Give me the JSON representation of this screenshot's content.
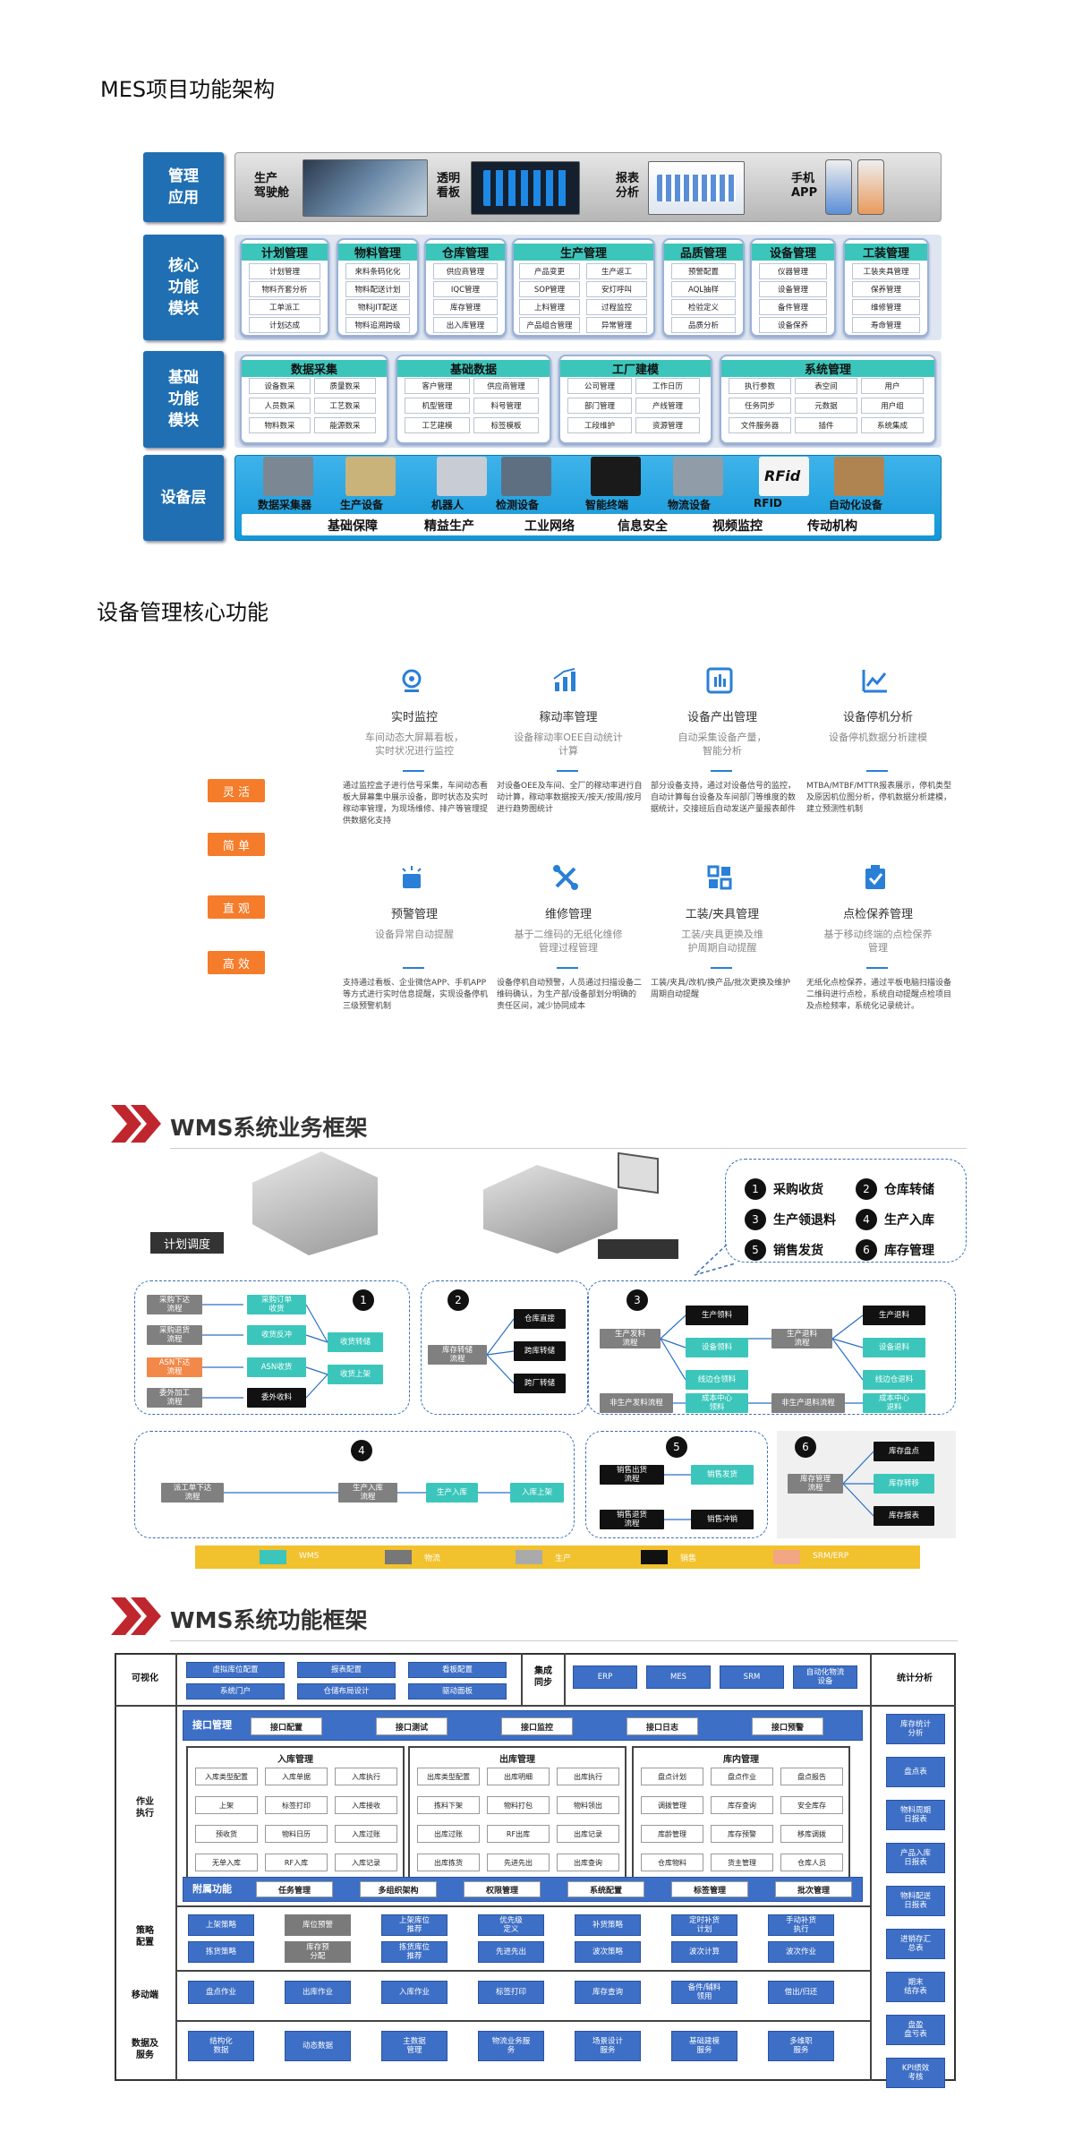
{
  "mes": {
    "title": "MES项目功能架构",
    "side": {
      "app": "管理\n应用",
      "core": "核心\n功能\n模块",
      "base": "基础\n功能\n模块",
      "device": "设备层"
    },
    "apps": [
      "生产\n驾驶舱",
      "透明\n看板",
      "报表\n分析",
      "手机\nAPP"
    ],
    "core": [
      {
        "title": "计划管理",
        "items": [
          "计划管理",
          "物料齐套分析",
          "工单派工",
          "计划达成"
        ]
      },
      {
        "title": "物料管理",
        "items": [
          "来料条码化化",
          "物料配送计划",
          "物料JIT配送",
          "物料追溯跨级"
        ]
      },
      {
        "title": "仓库管理",
        "items": [
          "供应商管理",
          "IQC管理",
          "库存管理",
          "出入库管理"
        ]
      },
      {
        "title": "生产管理",
        "items": [
          "产品变更",
          "生产返工",
          "SOP管理",
          "安灯呼叫",
          "上料管理",
          "过程监控",
          "产品组合管理",
          "异常管理"
        ]
      },
      {
        "title": "品质管理",
        "items": [
          "预警配置",
          "AQL抽样",
          "检验定义",
          "品质分析"
        ]
      },
      {
        "title": "设备管理",
        "items": [
          "仪器管理",
          "设备管理",
          "备件管理",
          "设备保养"
        ]
      },
      {
        "title": "工装管理",
        "items": [
          "工装夹具管理",
          "保养管理",
          "维修管理",
          "寿命管理"
        ]
      }
    ],
    "base": [
      {
        "title": "数据采集",
        "items": [
          "设备数采",
          "质量数采",
          "人员数采",
          "工艺数采",
          "物料数采",
          "能源数采"
        ]
      },
      {
        "title": "基础数据",
        "items": [
          "客户管理",
          "供应商管理",
          "机型管理",
          "料号管理",
          "工艺建模",
          "标签模板"
        ]
      },
      {
        "title": "工厂建模",
        "items": [
          "公司管理",
          "工作日历",
          "部门管理",
          "产线管理",
          "工段维护",
          "资源管理"
        ]
      },
      {
        "title": "系统管理",
        "items": [
          "执行参数",
          "表空间",
          "用户",
          "任务同步",
          "元数据",
          "用户组",
          "文件服务器",
          "插件",
          "系统集成"
        ]
      }
    ],
    "devices": [
      "数据采集器",
      "生产设备",
      "机器人",
      "检测设备",
      "智能终端",
      "物流设备",
      "RFID",
      "自动化设备"
    ],
    "rfid_text": "RFid",
    "foot": [
      "基础保障",
      "精益生产",
      "工业网络",
      "信息安全",
      "视频监控",
      "传动机构"
    ]
  },
  "equip": {
    "title": "设备管理核心功能",
    "tags": [
      "灵 活",
      "简 单",
      "直 观",
      "高 效"
    ],
    "functions": [
      {
        "title": "实时监控",
        "sub": "车间动态大屏幕看板，\n实时状况进行监控",
        "desc": "通过监控盒子进行信号采集，车间动态看板大屏幕集中展示设备，即时状态及实时稼动率管理，为现场维修、排产等管理提供数据化支持"
      },
      {
        "title": "稼动率管理",
        "sub": "设备稼动率OEE自动统计\n计算",
        "desc": "对设备OEE及车间、全厂的稼动率进行自动计算，稼动率数据按天/按天/按周/按月进行趋势图统计"
      },
      {
        "title": "设备产出管理",
        "sub": "自动采集设备产量，\n智能分析",
        "desc": "部分设备支持，通过对设备信号的监控，自动计算每台设备及车间部门等维度的数据统计，交接班后自动发送产量报表邮件"
      },
      {
        "title": "设备停机分析",
        "sub": "设备停机数据分析建模",
        "desc": "MTBA/MTBF/MTTR报表展示，停机类型及原因机位图分析，停机数据分析建模，建立预测性机制"
      },
      {
        "title": "预警管理",
        "sub": "设备异常自动提醒",
        "desc": "支持通过看板、企业微信APP、手机APP等方式进行实时信息提醒，实现设备停机三级预警机制"
      },
      {
        "title": "维修管理",
        "sub": "基于二维码的无纸化维修\n管理过程管理",
        "desc": "设备停机自动预警，人员通过扫描设备二维码确认，为生产部/设备部划分明确的责任区间，减少协同成本"
      },
      {
        "title": "工装/夹具管理",
        "sub": "工装/夹具更换及维\n护周期自动提醒",
        "desc": "工装/夹具/改机/换产品/批次更换及维护周期自动提醒"
      },
      {
        "title": "点检保养管理",
        "sub": "基于移动终端的点检保养\n管理",
        "desc": "无纸化点检保养，通过平板电脑扫描设备二维码进行点检，系统自动提醒点检项目及点检频率，系统化记录统计。"
      }
    ]
  },
  "wms_biz": {
    "title": "WMS系统业务框架",
    "plan_label": "计划调度",
    "legend": [
      {
        "n": "1",
        "t": "采购收货"
      },
      {
        "n": "2",
        "t": "仓库转储"
      },
      {
        "n": "3",
        "t": "生产领退料"
      },
      {
        "n": "4",
        "t": "生产入库"
      },
      {
        "n": "5",
        "t": "销售发货"
      },
      {
        "n": "6",
        "t": "库存管理"
      }
    ],
    "s1": {
      "left": [
        "采购下达\n流程",
        "采购退货\n流程",
        "ASN下达\n流程",
        "委外加工\n流程"
      ],
      "mid": [
        "采购订单\n收货",
        "收货反冲",
        "ASN收货",
        "委外收料"
      ],
      "right": [
        "收货转储",
        "收货上架"
      ]
    },
    "s2": {
      "in": "库存转储\n流程",
      "out": [
        "仓库直接",
        "跨库转储",
        "跨厂转储"
      ]
    },
    "s3": {
      "a": "生产发料\n流程",
      "a_out": [
        "生产领料",
        "设备领料",
        "线边仓领料"
      ],
      "b": "非生产发料流程",
      "b_out": "成本中心\n领料",
      "c": "生产退料\n流程",
      "c_out": [
        "生产退料",
        "设备退料",
        "线边仓退料"
      ],
      "d": "非生产退料流程",
      "d_out": "成本中心\n退料"
    },
    "s4": {
      "a": "派工单下达\n流程",
      "b": "生产入库\n流程",
      "c": "生产入库",
      "d": "入库上架"
    },
    "s5": {
      "a": "销售出货\n流程",
      "b": "销售发货",
      "c": "销售退货\n流程",
      "d": "销售冲销"
    },
    "s6": {
      "a": "库存管理\n流程",
      "items": [
        "库存盘点",
        "库存转移",
        "库存报表"
      ]
    },
    "footer": [
      "WMS",
      "物流",
      "生产",
      "销售",
      "SRM/ERP"
    ],
    "colors": {
      "wms": "#3cc6bb",
      "logistics": "#777777",
      "production": "#aaaaaa",
      "sales": "#111111",
      "srm": "#f2a683",
      "bar": "#f2c12e"
    }
  },
  "wms_func": {
    "title": "WMS系统功能框架",
    "viz_label": "可视化",
    "viz": [
      "虚拟库位配置",
      "报表配置",
      "看板配置",
      "系统门户",
      "仓储布局设计",
      "驱动面板"
    ],
    "integ_label": "集成\n同步",
    "integ": [
      "ERP",
      "MES",
      "SRM",
      "自动化物流\n设备"
    ],
    "stat_label": "统计分析",
    "stats": [
      "库存统计\n分析",
      "盘点表",
      "物料周期\n日报表",
      "产品入库\n日报表",
      "物料配送\n日报表",
      "进销存汇\n总表",
      "期末\n结存表",
      "盘盈\n盘亏表",
      "KPI绩效\n考核"
    ],
    "exec_label": "作业\n执行",
    "iface": {
      "title": "接口管理",
      "items": [
        "接口配置",
        "接口测试",
        "接口监控",
        "接口日志",
        "接口预警"
      ]
    },
    "inbound": {
      "title": "入库管理",
      "items": [
        "入库类型配置",
        "入库单据",
        "入库执行",
        "上架",
        "标签打印",
        "入库接收",
        "预收货",
        "物料日历",
        "入库过账",
        "无单入库",
        "RF入库",
        "入库记录"
      ]
    },
    "outbound": {
      "title": "出库管理",
      "items": [
        "出库类型配置",
        "出库明细",
        "出库执行",
        "拣料下架",
        "物料打包",
        "物料领出",
        "出库过账",
        "RF出库",
        "出库记录",
        "出库拣货",
        "先进先出",
        "出库查询"
      ]
    },
    "inventory": {
      "title": "库内管理",
      "items": [
        "盘点计划",
        "盘点作业",
        "盘点报告",
        "调拨管理",
        "库存查询",
        "安全库存",
        "库龄管理",
        "库存预警",
        "移库调拨",
        "仓库物料",
        "货主管理",
        "仓库人员"
      ]
    },
    "aux": {
      "title": "附属功能",
      "items": [
        "任务管理",
        "多组织架构",
        "权限管理",
        "系统配置",
        "标签管理",
        "批次管理"
      ]
    },
    "strategy_label": "策略\n配置",
    "strategy": [
      "上架策略",
      "库位预警",
      "上架库位\n推荐",
      "优先级\n定义",
      "补货策略",
      "定时补货\n计划",
      "手动补货\n执行",
      "拣货策略",
      "库存预\n分配",
      "拣货库位\n推荐",
      "先进先出",
      "波次策略",
      "波次计算",
      "波次作业"
    ],
    "mobile_label": "移动端",
    "mobile": [
      "盘点作业",
      "出库作业",
      "入库作业",
      "标签打印",
      "库存查询",
      "备件/辅料\n领用",
      "借出/归还"
    ],
    "data_label": "数据及\n服务",
    "data": [
      "结构化\n数据",
      "动态数据",
      "主数据\n管理",
      "物流业务服\n务",
      "场景设计\n服务",
      "基础建模\n服务",
      "多维职\n服务"
    ]
  }
}
